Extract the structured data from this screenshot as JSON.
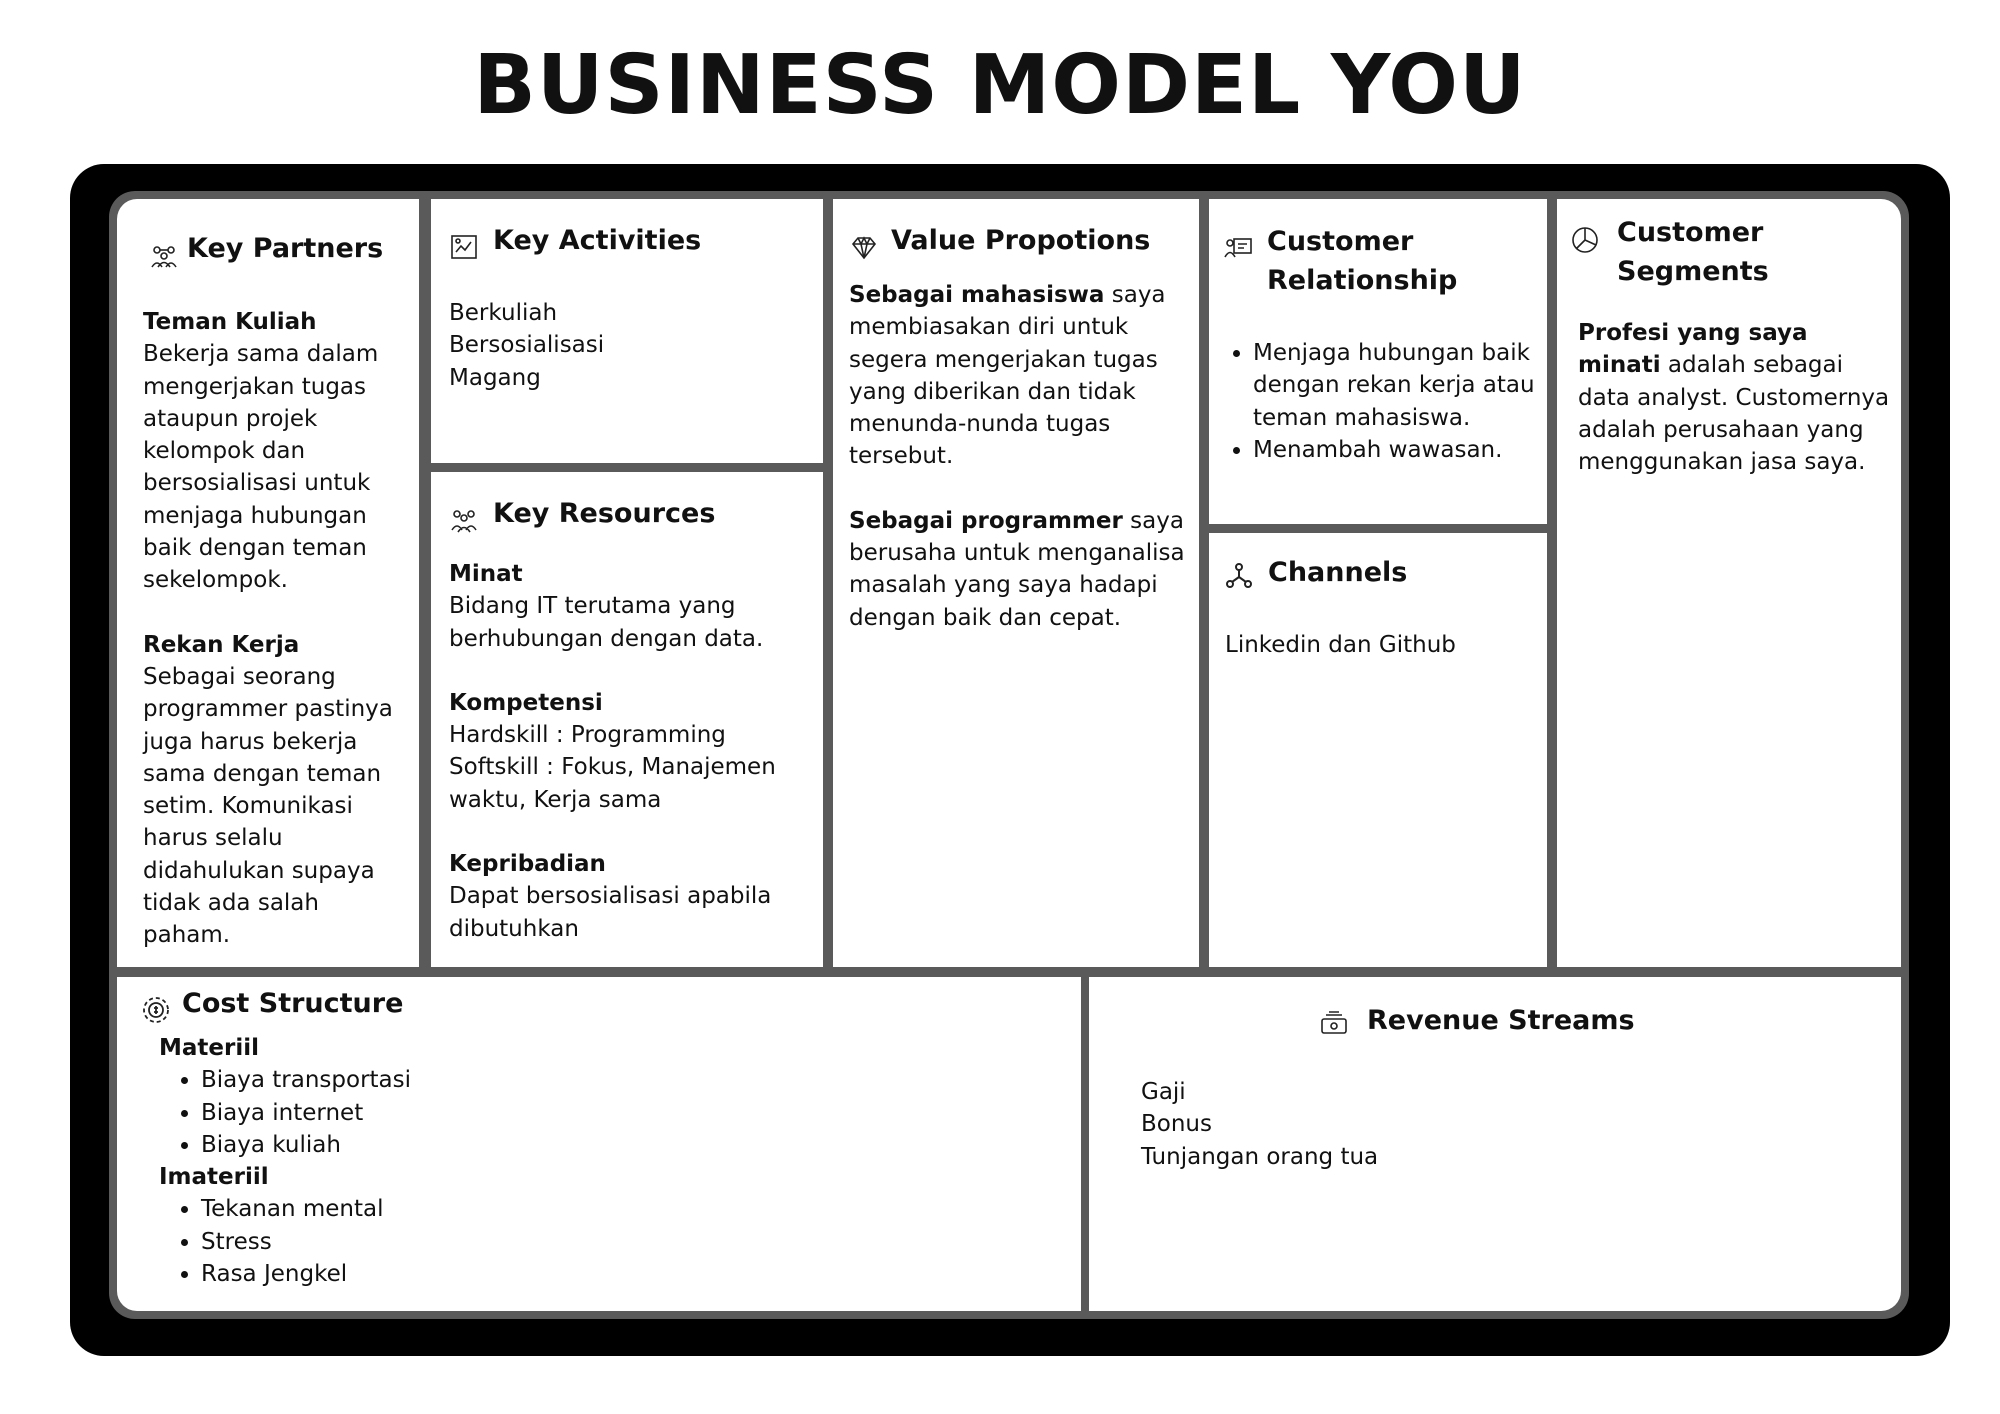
{
  "title": "BUSINESS MODEL YOU",
  "key_partners": {
    "title": "Key Partners",
    "icon": "people-network-icon",
    "blocks": [
      {
        "heading": "Teman Kuliah",
        "text": "Bekerja sama dalam mengerjakan tugas ataupun projek kelompok dan bersosialisasi untuk menjaga hubungan baik dengan teman sekelompok."
      },
      {
        "heading": "Rekan Kerja",
        "text": "Sebagai seorang programmer pastinya juga harus bekerja sama dengan teman setim. Komunikasi harus selalu didahulukan supaya tidak ada salah paham."
      }
    ]
  },
  "key_activities": {
    "title": "Key Activities",
    "icon": "activity-board-icon",
    "items": [
      "Berkuliah",
      "Bersosialisasi",
      "Magang"
    ]
  },
  "key_resources": {
    "title": "Key Resources",
    "icon": "team-resources-icon",
    "blocks": [
      {
        "heading": "Minat",
        "lines": [
          "Bidang IT terutama yang berhubungan dengan data."
        ]
      },
      {
        "heading": "Kompetensi",
        "lines": [
          "Hardskill : Programming",
          "Softskill  : Fokus, Manajemen waktu, Kerja sama"
        ]
      },
      {
        "heading": "Kepribadian",
        "lines": [
          "Dapat bersosialisasi apabila dibutuhkan"
        ]
      }
    ]
  },
  "value_propositions": {
    "title": "Value Propotions",
    "icon": "diamond-icon",
    "blocks": [
      {
        "bold": "Sebagai mahasiswa",
        "text": " saya membiasakan diri untuk segera mengerjakan tugas yang diberikan dan tidak menunda-nunda tugas tersebut."
      },
      {
        "bold": "Sebagai programmer",
        "text": " saya berusaha untuk menganalisa masalah yang saya hadapi dengan baik dan cepat."
      }
    ]
  },
  "customer_relationship": {
    "title_line1": "Customer",
    "title_line2": "Relationship",
    "icon": "customer-relationship-icon",
    "items": [
      "Menjaga hubungan baik dengan rekan kerja atau teman mahasiswa.",
      "Menambah wawasan."
    ]
  },
  "channels": {
    "title": "Channels",
    "icon": "channels-network-icon",
    "text": "Linkedin dan Github"
  },
  "customer_segments": {
    "title_line1": "Customer",
    "title_line2": "Segments",
    "icon": "pie-segments-icon",
    "bold": "Profesi yang saya minati",
    "text": " adalah sebagai data analyst. Customernya adalah perusahaan yang menggunakan jasa saya."
  },
  "cost_structure": {
    "title": "Cost Structure",
    "icon": "cost-gear-icon",
    "groups": [
      {
        "heading": "Materiil",
        "items": [
          "Biaya transportasi",
          "Biaya internet",
          "Biaya kuliah"
        ]
      },
      {
        "heading": "Imateriil",
        "items": [
          "Tekanan mental",
          "Stress",
          "Rasa Jengkel"
        ]
      }
    ]
  },
  "revenue_streams": {
    "title": "Revenue Streams",
    "icon": "revenue-money-icon",
    "items": [
      "Gaji",
      "Bonus",
      "Tunjangan orang tua"
    ]
  }
}
